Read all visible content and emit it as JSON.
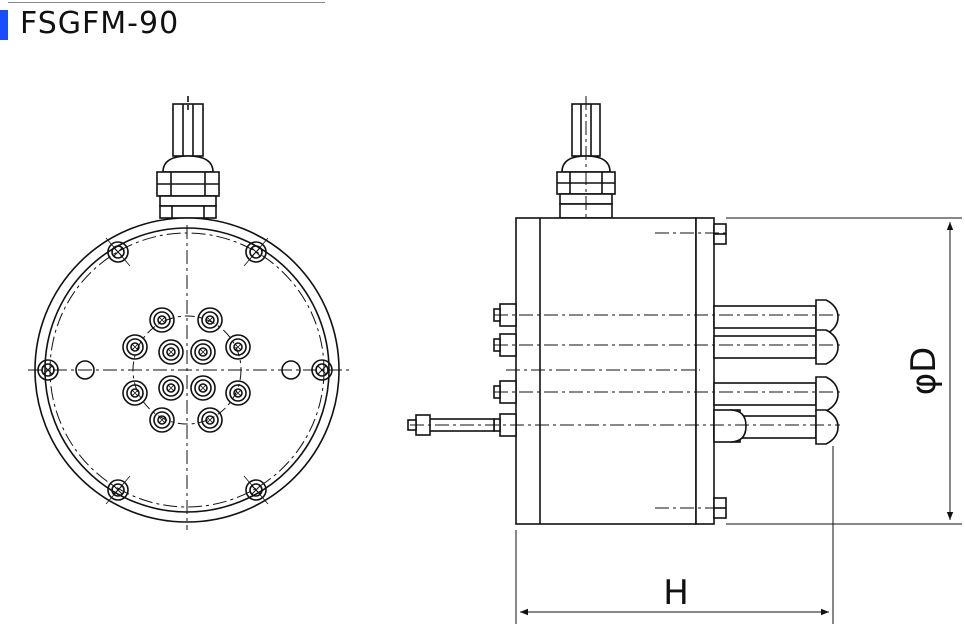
{
  "title": "FSGFM-90",
  "dimensions": {
    "diameter_label": "φD",
    "height_label": "H"
  },
  "colors": {
    "accent": "#1a4cff",
    "line": "#111111",
    "body_fill": "#ffffff"
  }
}
